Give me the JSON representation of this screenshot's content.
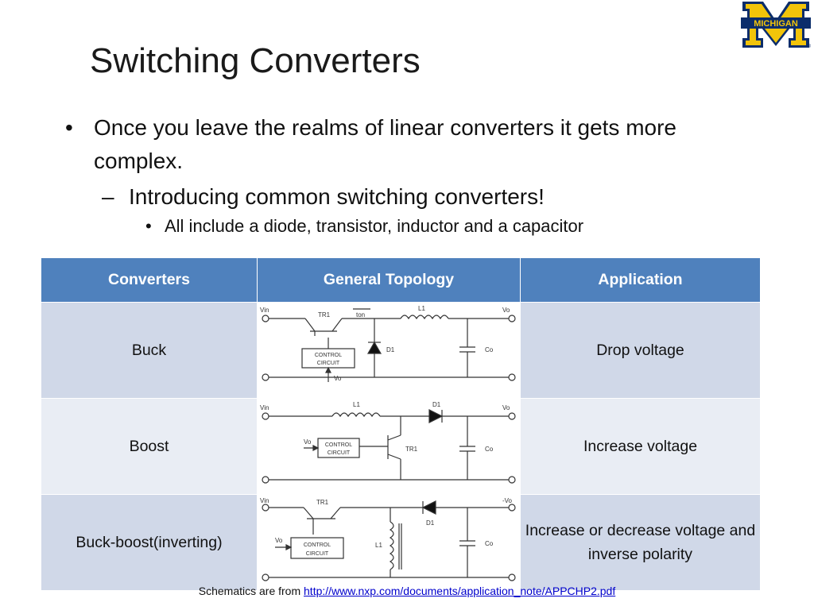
{
  "slide": {
    "title": "Switching Converters",
    "logo_text": "MICHIGAN",
    "logo_mark": "®",
    "bullets": [
      {
        "marker": "•",
        "text": "Once you leave the realms of linear converters it gets more complex."
      },
      {
        "marker": "–",
        "text": "Introducing common switching converters!"
      },
      {
        "marker": "•",
        "text": "All include a diode, transistor, inductor and a capacitor"
      }
    ]
  },
  "table": {
    "headers": [
      "Converters",
      "General Topology",
      "Application"
    ],
    "rows": [
      {
        "converter": "Buck",
        "application": "Drop voltage"
      },
      {
        "converter": "Boost",
        "application": "Increase voltage"
      },
      {
        "converter": "Buck-boost(inverting)",
        "application": "Increase or decrease voltage and inverse polarity"
      }
    ]
  },
  "schematics": {
    "buck": {
      "vin": "Vin",
      "tr": "TR1",
      "ton": "ton",
      "l": "L1",
      "vo": "Vo",
      "d": "D1",
      "co": "Co",
      "ctrl1": "CONTROL",
      "ctrl2": "CIRCUIT",
      "fb": "Vo"
    },
    "boost": {
      "vin": "Vin",
      "l": "L1",
      "d": "D1",
      "vo": "Vo",
      "fb": "Vo",
      "ctrl1": "CONTROL",
      "ctrl2": "CIRCUIT",
      "tr": "TR1",
      "co": "Co"
    },
    "buckboost": {
      "vin": "Vin",
      "tr": "TR1",
      "d": "D1",
      "vo": "-Vo",
      "fb": "Vo",
      "ctrl1": "CONTROL",
      "ctrl2": "CIRCUIT",
      "l": "L1",
      "co": "Co"
    }
  },
  "footer": {
    "prefix": "Schematics are from ",
    "link": "http://www.nxp.com/documents/application_note/APPCHP2.pdf"
  },
  "colors": {
    "header_bg": "#4f81bd",
    "row_odd": "#d0d8e8",
    "row_even": "#e9edf4",
    "logo_blue": "#0b2d6b",
    "logo_maize": "#f2c40a"
  }
}
